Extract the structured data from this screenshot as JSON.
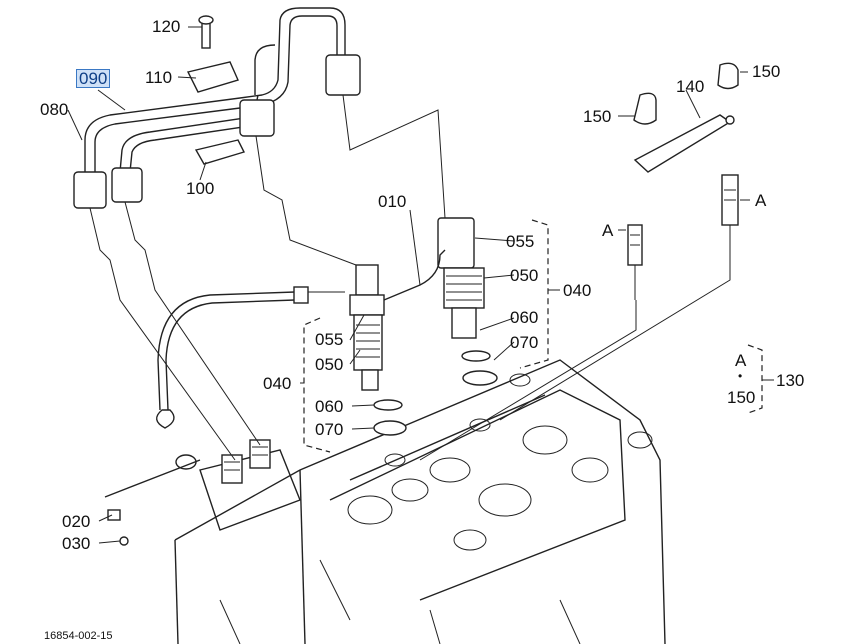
{
  "labels": {
    "p120": "120",
    "p110": "110",
    "p090": "090",
    "p080": "080",
    "p100": "100",
    "p010": "010",
    "p055a": "055",
    "p050a": "050",
    "p040a": "040",
    "p060a": "060",
    "p070a": "070",
    "p055b": "055",
    "p050b": "050",
    "p040b": "040",
    "p060b": "060",
    "p070b": "070",
    "p140": "140",
    "p150a": "150",
    "p150b": "150",
    "refA1": "A",
    "refA2": "A",
    "refA3": "A",
    "dot": "•",
    "p150c": "150",
    "p130": "130",
    "p020": "020",
    "p030": "030"
  },
  "figure_id": "16854-002-15"
}
